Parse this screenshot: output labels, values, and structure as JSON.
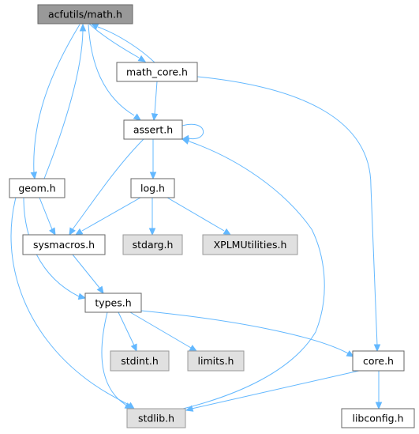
{
  "nodes": {
    "acfutils_math": {
      "label": "acfutils/math.h",
      "kind": "main"
    },
    "math_core": {
      "label": "math_core.h",
      "kind": "local"
    },
    "assert": {
      "label": "assert.h",
      "kind": "local"
    },
    "geom": {
      "label": "geom.h",
      "kind": "local"
    },
    "log": {
      "label": "log.h",
      "kind": "local"
    },
    "sysmacros": {
      "label": "sysmacros.h",
      "kind": "local"
    },
    "stdarg": {
      "label": "stdarg.h",
      "kind": "system"
    },
    "xplm": {
      "label": "XPLMUtilities.h",
      "kind": "system"
    },
    "types": {
      "label": "types.h",
      "kind": "local"
    },
    "stdint": {
      "label": "stdint.h",
      "kind": "system"
    },
    "limits": {
      "label": "limits.h",
      "kind": "system"
    },
    "core": {
      "label": "core.h",
      "kind": "local"
    },
    "stdlib": {
      "label": "stdlib.h",
      "kind": "system"
    },
    "libconfig": {
      "label": "libconfig.h",
      "kind": "local"
    }
  },
  "edges": [
    {
      "from": "acfutils_math",
      "to": "math_core"
    },
    {
      "from": "acfutils_math",
      "to": "assert"
    },
    {
      "from": "acfutils_math",
      "to": "geom"
    },
    {
      "from": "math_core",
      "to": "acfutils_math"
    },
    {
      "from": "math_core",
      "to": "assert"
    },
    {
      "from": "math_core",
      "to": "core"
    },
    {
      "from": "assert",
      "to": "assert"
    },
    {
      "from": "assert",
      "to": "log"
    },
    {
      "from": "assert",
      "to": "sysmacros"
    },
    {
      "from": "geom",
      "to": "acfutils_math"
    },
    {
      "from": "geom",
      "to": "sysmacros"
    },
    {
      "from": "geom",
      "to": "types"
    },
    {
      "from": "geom",
      "to": "stdlib"
    },
    {
      "from": "log",
      "to": "sysmacros"
    },
    {
      "from": "log",
      "to": "stdarg"
    },
    {
      "from": "log",
      "to": "xplm"
    },
    {
      "from": "sysmacros",
      "to": "types"
    },
    {
      "from": "types",
      "to": "stdint"
    },
    {
      "from": "types",
      "to": "limits"
    },
    {
      "from": "types",
      "to": "core"
    },
    {
      "from": "types",
      "to": "stdlib"
    },
    {
      "from": "stdlib",
      "to": "assert"
    },
    {
      "from": "core",
      "to": "stdlib"
    },
    {
      "from": "core",
      "to": "libconfig"
    }
  ]
}
